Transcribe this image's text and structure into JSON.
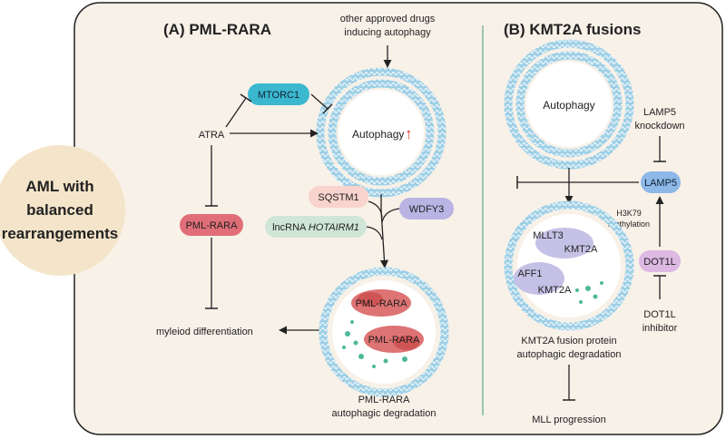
{
  "hub": {
    "lines": [
      "AML with",
      "balanced",
      "rearrangements"
    ]
  },
  "panel_a": {
    "title": "(A) PML-RARA",
    "other_drugs": [
      "other approved drugs",
      "inducing autophagy"
    ],
    "mtorc1": "MTORC1",
    "atra": "ATRA",
    "autophagy": "Autophagy",
    "up_arrow": "↑",
    "sqstm1": "SQSTM1",
    "wdfy3": "WDFY3",
    "lncrna_prefix": "lncRNA ",
    "lncrna_name": "HOTAIRM1",
    "pml_rara": "PML-RARA",
    "myeloid": "myleiod differentiation",
    "granule_labels": [
      "PML-RARA",
      "PML-RARA"
    ],
    "degradation": [
      "PML-RARA",
      "autophagic degradation"
    ]
  },
  "panel_b": {
    "title": "(B) KMT2A fusions",
    "autophagy": "Autophagy",
    "lamp5_kd": [
      "LAMP5",
      "knockdown"
    ],
    "lamp5": "LAMP5",
    "h3k79": [
      "H3K79",
      "methylation"
    ],
    "dot1l": "DOT1L",
    "dot1l_inhibitor": [
      "DOT1L",
      "inhibitor"
    ],
    "fusion_labels": [
      "MLLT3",
      "KMT2A",
      "AFF1",
      "KMT2A"
    ],
    "degradation": [
      "KMT2A fusion protein",
      "autophagic degradation"
    ],
    "progression": "MLL progression"
  },
  "colors": {
    "panel_bg": "#f8f1e8",
    "hub": "#f4e4c9",
    "ring": "#7fbfdc",
    "mtorc1": "#3bb8cf",
    "sqstm1": "#f9d3cd",
    "wdfy3": "#b9b4e3",
    "lncrna": "#cfe6d6",
    "pml_rara": "#e06e78",
    "lamp5": "#8db8e8",
    "dot1l": "#dcb8e2",
    "red_granule": "#d85a5a",
    "purple_granule": "#c5c1e6",
    "dot": "#4fb89b",
    "divider": "#7ab8a0",
    "up_arrow": "#e0352b"
  }
}
